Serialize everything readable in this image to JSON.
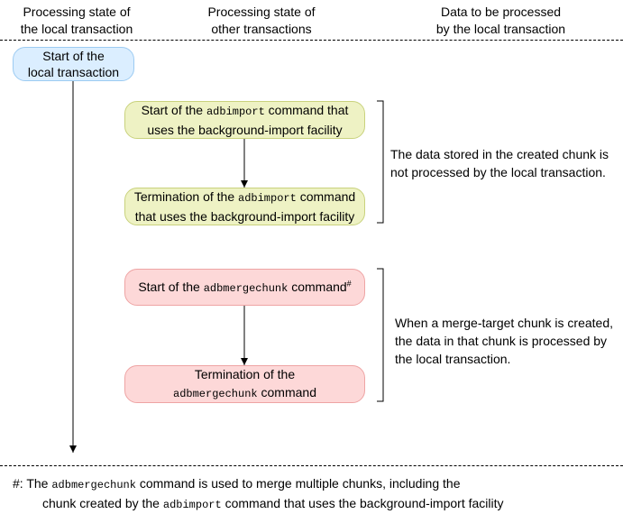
{
  "headers": {
    "local": [
      "Processing state of",
      "the local transaction"
    ],
    "other": [
      "Processing state of",
      "other transactions"
    ],
    "data": [
      "Data to be processed",
      "by the local transaction"
    ]
  },
  "start_local": [
    "Start of the",
    "local transaction"
  ],
  "import_start": {
    "pre": "Start of the ",
    "cmd": "adbimport",
    "post": " command that",
    "line2": "uses the background-import facility"
  },
  "import_end": {
    "pre": "Termination of the ",
    "cmd": "adbimport",
    "post": " command",
    "line2": "that uses the background-import facility"
  },
  "import_note": [
    "The data stored in the created chunk is",
    "not processed by the local transaction."
  ],
  "merge_start": {
    "pre": "Start of the ",
    "cmd": "adbmergechunk",
    "post": " command",
    "mark": "#"
  },
  "merge_end": {
    "line1": "Termination of the",
    "cmd": "adbmergechunk",
    "post": " command"
  },
  "merge_note": [
    "When a merge-target chunk is created,",
    "the data in that chunk is processed by",
    "the local transaction."
  ],
  "footnote": {
    "mark": "#:",
    "pre1": " The ",
    "cmd1": "adbmergechunk",
    "post1": " command is used to merge multiple chunks, including the",
    "pre2": "chunk created by the ",
    "cmd2": "adbimport",
    "post2": " command that uses the background-import facility"
  },
  "colors": {
    "start_fill": "#dbeeff",
    "import_fill": "#eef2c4",
    "merge_fill": "#fdd8d8"
  }
}
